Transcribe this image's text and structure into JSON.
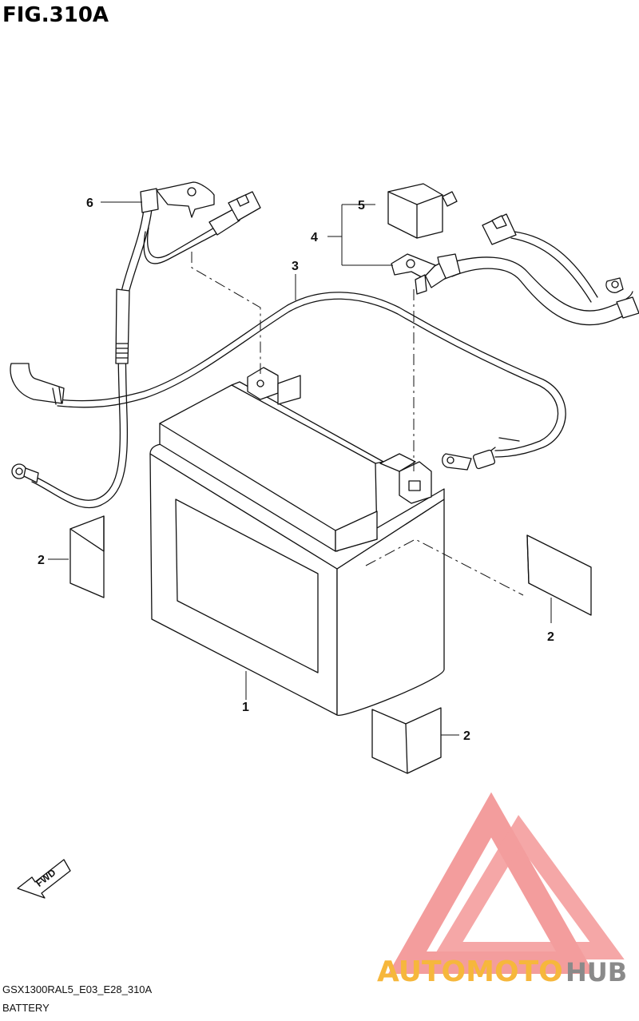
{
  "figure": {
    "title": "FIG.310A"
  },
  "callouts": {
    "battery": "1",
    "pad_left": "2",
    "pad_right": "2",
    "pad_bottom": "2",
    "breather_hose": "3",
    "cable_assembly": "4",
    "terminal_cover": "5",
    "negative_cable": "6"
  },
  "fwd_label": "FWD",
  "footer": {
    "model_code": "GSX1300RAL5_E03_E28_310A",
    "section": "BATTERY"
  },
  "watermark": {
    "part1": "AUTOMOTO",
    "part2": "HUB",
    "colors": {
      "logo": "#f28c8c",
      "part1": "#f6b73c",
      "part2": "#8a8a8a"
    }
  }
}
